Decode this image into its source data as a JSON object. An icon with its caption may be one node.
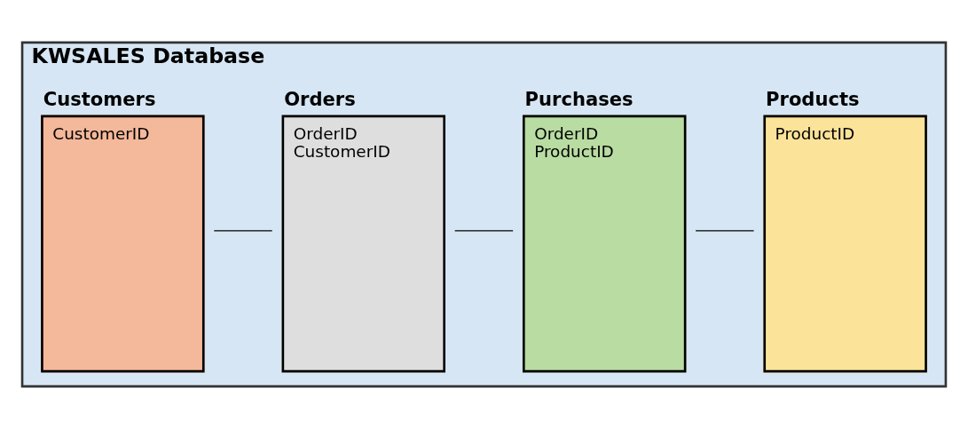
{
  "diagram": {
    "nodes": [
      {
        "text": [
          "KWSALES Database"
        ]
      },
      {
        "text": [
          "Customers",
          "CustomerID"
        ],
        "in": 0
      },
      {
        "text": [
          "Orders",
          "OrderID",
          "CustomerID"
        ],
        "in": 0
      },
      {
        "text": [
          "Purchases",
          "OrderID",
          "ProductID"
        ],
        "in": 0
      },
      {
        "text": [
          "Products",
          "ProductID"
        ],
        "in": 0
      }
    ],
    "edges": [
      {
        "from": 1,
        "to": 2,
        "arrow": "none"
      },
      {
        "from": 2,
        "to": 3,
        "arrow": "none"
      },
      {
        "from": 3,
        "to": 4,
        "arrow": "none"
      }
    ]
  }
}
